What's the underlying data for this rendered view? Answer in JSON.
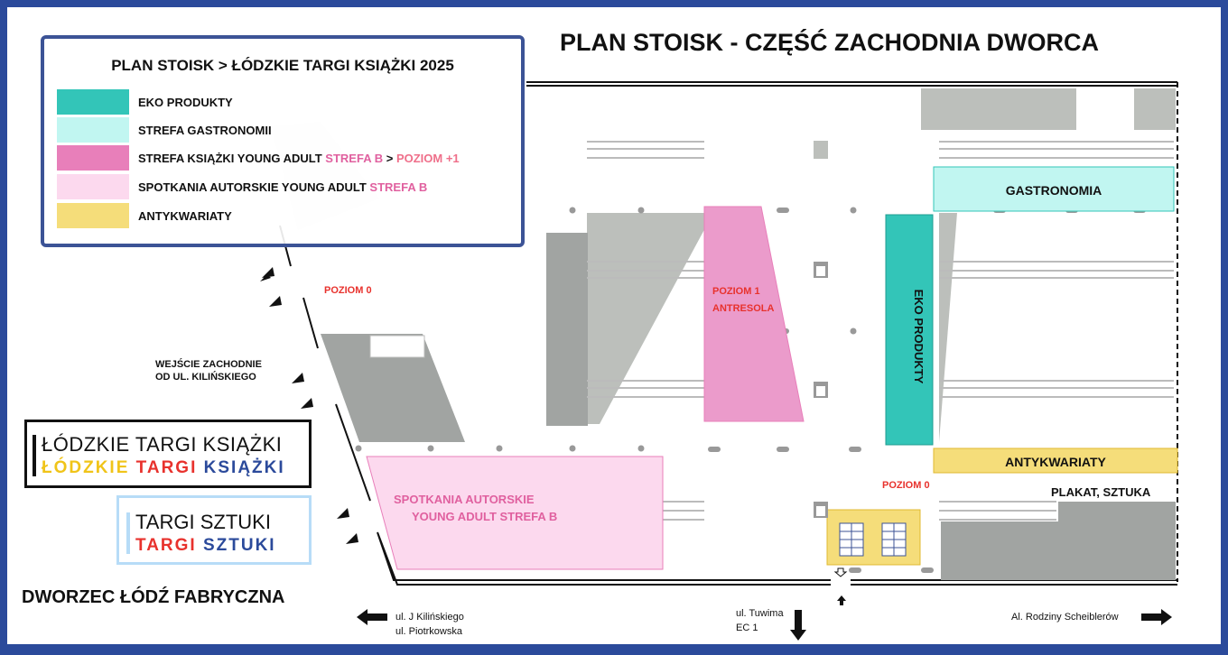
{
  "title": "PLAN STOISK - CZĘŚĆ ZACHODNIA DWORCA",
  "legend": {
    "title": "PLAN STOISK > ŁÓDZKIE TARGI KSIĄŻKI 2025",
    "items": [
      {
        "label": "EKO PRODUKTY",
        "color": "#33c5b8"
      },
      {
        "label": "STREFA GASTRONOMII",
        "color": "#c1f6f1"
      },
      {
        "label": "STREFA KSIĄŻKI YOUNG ADULT",
        "extra1": "STREFA B",
        "sep": ">",
        "extra2": "POZIOM +1",
        "color": "#e87fba"
      },
      {
        "label": "SPOTKANIA AUTORSKIE YOUNG ADULT",
        "extra1": "STREFA B",
        "color": "#fcd9ee"
      },
      {
        "label": "ANTYKWARIATY",
        "color": "#f5dd7a"
      }
    ]
  },
  "zones": {
    "gastronomia": "GASTRONOMIA",
    "eko": "EKO PRODUKTY",
    "antykwariaty": "ANTYKWARIATY",
    "plakat": "PLAKAT, SZTUKA",
    "poziom1": "POZIOM 1",
    "antresola": "ANTRESOLA",
    "spotkania1": "SPOTKANIA AUTORSKIE",
    "spotkania2": "YOUNG ADULT STREFA B",
    "poziom0a": "POZIOM 0",
    "poziom0b": "POZIOM 0"
  },
  "entrance": {
    "line1": "WEJŚCIE ZACHODNIE",
    "line2": "OD UL. KILIŃSKIEGO"
  },
  "station": "DWORZEC ŁÓDŹ FABRYCZNA",
  "streets": {
    "left1": "ul. J Kilińskiego",
    "left2": "ul. Piotrkowska",
    "mid1": "ul. Tuwima",
    "mid2": "EC 1",
    "right": "Al. Rodziny Scheiblerów"
  },
  "logos": {
    "book": "ŁÓDZKIE TARGI KSIĄŻKI",
    "art": "TARGI SZTUKI"
  }
}
